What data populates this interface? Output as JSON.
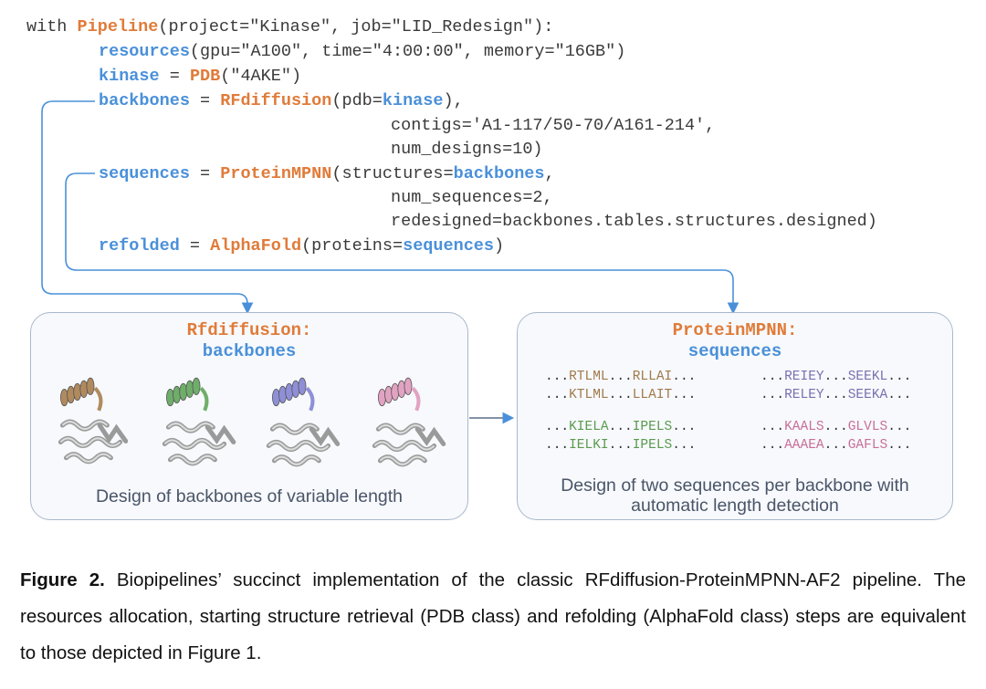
{
  "code": {
    "line1": {
      "prefix": "with ",
      "cls": "Pipeline",
      "args": "(project=\"Kinase\", job=\"LID_Redesign\"):"
    },
    "line2": {
      "fn": "resources",
      "args": "(gpu=\"A100\", time=\"4:00:00\", memory=\"16GB\")"
    },
    "line3": {
      "var": "kinase",
      "eq": " = ",
      "cls": "PDB",
      "args": "(\"4AKE\")"
    },
    "line4": {
      "var": "backbones",
      "eq": " = ",
      "cls": "RFdiffusion",
      "open": "(pdb=",
      "ref": "kinase",
      "close": "),"
    },
    "line5": "contigs='A1-117/50-70/A161-214',",
    "line6": "num_designs=10)",
    "line7": {
      "var": "sequences",
      "eq": " = ",
      "cls": "ProteinMPNN",
      "open": "(structures=",
      "ref": "backbones",
      "close": ","
    },
    "line8": "num_sequences=2,",
    "line9": "redesigned=backbones.tables.structures.designed)",
    "line10": {
      "var": "refolded",
      "eq": " = ",
      "cls": "AlphaFold",
      "open": "(proteins=",
      "ref": "sequences",
      "close": ")"
    }
  },
  "panel_rf": {
    "title_line1": "Rfdiffusion:",
    "title_line2": "backbones",
    "caption": "Design of backbones of variable length",
    "helix_colors": [
      "#b08a5e",
      "#6fae6a",
      "#8f8fd8",
      "#e2a3c3"
    ]
  },
  "panel_mpnn": {
    "title_line1": "ProteinMPNN:",
    "title_line2": "sequences",
    "caption_line1": "Design of two sequences per backbone with",
    "caption_line2": "automatic length detection",
    "sequences": [
      {
        "a": "RTLML",
        "b": "RLLAI",
        "color": "#a07a4c"
      },
      {
        "a": "KTLML",
        "b": "LLAIT",
        "color": "#a07a4c"
      },
      {
        "a": "REIEY",
        "b": "SEEKL",
        "color": "#7a6fb0"
      },
      {
        "a": "RELEY",
        "b": "SEEKA",
        "color": "#7a6fb0"
      },
      {
        "a": "KIELA",
        "b": "IPELS",
        "color": "#5a9a4e"
      },
      {
        "a": "IELKI",
        "b": "IPELS",
        "color": "#5a9a4e"
      },
      {
        "a": "KAALS",
        "b": "GLVLS",
        "color": "#c86f9a"
      },
      {
        "a": "AAAEA",
        "b": "GAFLS",
        "color": "#c86f9a"
      }
    ]
  },
  "figure_caption": {
    "label": "Figure 2.",
    "text": " Biopipelines’ succinct implementation of the classic RFdiffusion-ProteinMPNN-AF2 pipeline. The resources allocation, starting structure retrieval (PDB class) and refolding (AlphaFold class) steps are equivalent to those depicted in Figure 1."
  },
  "colors": {
    "accent_orange": "#e07b39",
    "accent_blue": "#4a90d9",
    "connector": "#4a90d9",
    "panel_border": "#a9b8cc"
  }
}
